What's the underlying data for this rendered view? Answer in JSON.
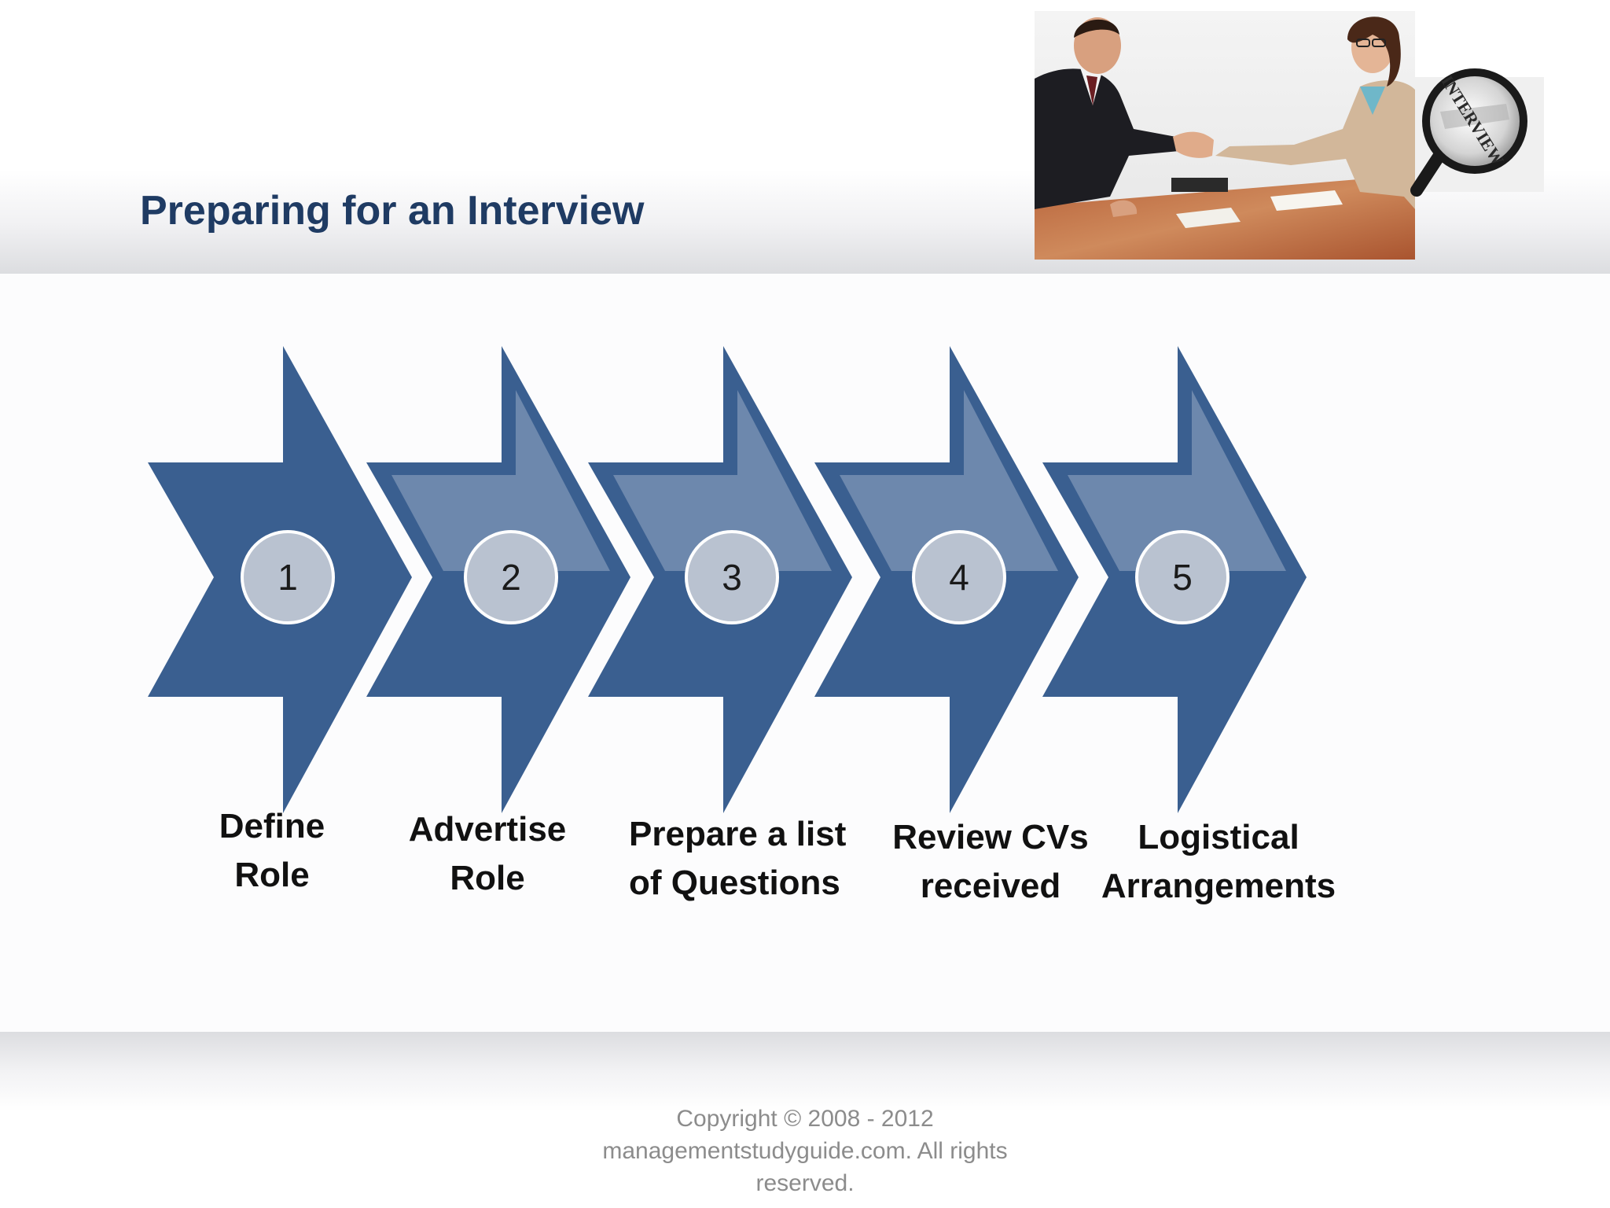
{
  "slide": {
    "title": "Preparing for an Interview",
    "photo": {
      "stamp_text": "INTERVIEW",
      "icon": "magnifier-icon"
    },
    "steps": [
      {
        "number": "1",
        "label_lines": [
          "Define",
          "Role"
        ]
      },
      {
        "number": "2",
        "label_lines": [
          "Advertise",
          "Role"
        ]
      },
      {
        "number": "3",
        "label_lines": [
          "Prepare a list",
          "of Questions"
        ]
      },
      {
        "number": "4",
        "label_lines": [
          "Review CVs",
          "received"
        ]
      },
      {
        "number": "5",
        "label_lines": [
          "Logistical",
          "Arrangements"
        ]
      }
    ],
    "copyright_lines": [
      "Copyright © 2008 - 2012",
      "managementstudyguide.com. All rights",
      "reserved."
    ]
  },
  "colors": {
    "arrow_dark": "#3a5f90",
    "arrow_light": "#6d88ad",
    "title": "#1f3b63",
    "circle_fill": "#b9c2d0",
    "footer_text": "#8c8c8c"
  }
}
